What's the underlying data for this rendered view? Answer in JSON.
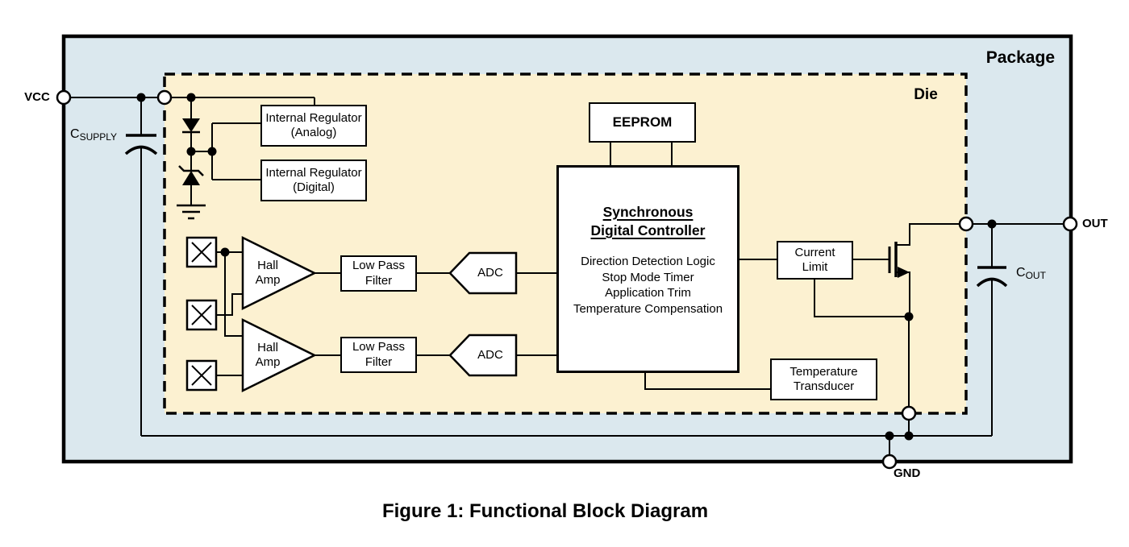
{
  "colors": {
    "package_fill": "#dbe8ee",
    "die_fill": "#fcf1d1",
    "box_fill": "#ffffff",
    "line": "#000000"
  },
  "labels": {
    "package": "Package",
    "die": "Die",
    "vcc": "VCC",
    "out": "OUT",
    "gnd": "GND",
    "csupply": {
      "main": "C",
      "sub": "SUPPLY"
    },
    "cout": {
      "main": "C",
      "sub": "OUT"
    }
  },
  "blocks": {
    "reg_analog": {
      "line1": "Internal Regulator",
      "line2": "(Analog)"
    },
    "reg_digital": {
      "line1": "Internal Regulator",
      "line2": "(Digital)"
    },
    "eeprom": "EEPROM",
    "controller": {
      "title1": "Synchronous",
      "title2": "Digital Controller",
      "lines": [
        "Direction Detection Logic",
        "Stop Mode Timer",
        "Application Trim",
        "Temperature Compensation"
      ]
    },
    "hall_amp": {
      "line1": "Hall",
      "line2": "Amp"
    },
    "lpf": {
      "line1": "Low Pass",
      "line2": "Filter"
    },
    "adc": "ADC",
    "current_limit": {
      "line1": "Current",
      "line2": "Limit"
    },
    "temp_transducer": {
      "line1": "Temperature",
      "line2": "Transducer"
    }
  },
  "caption": "Figure 1: Functional Block Diagram"
}
